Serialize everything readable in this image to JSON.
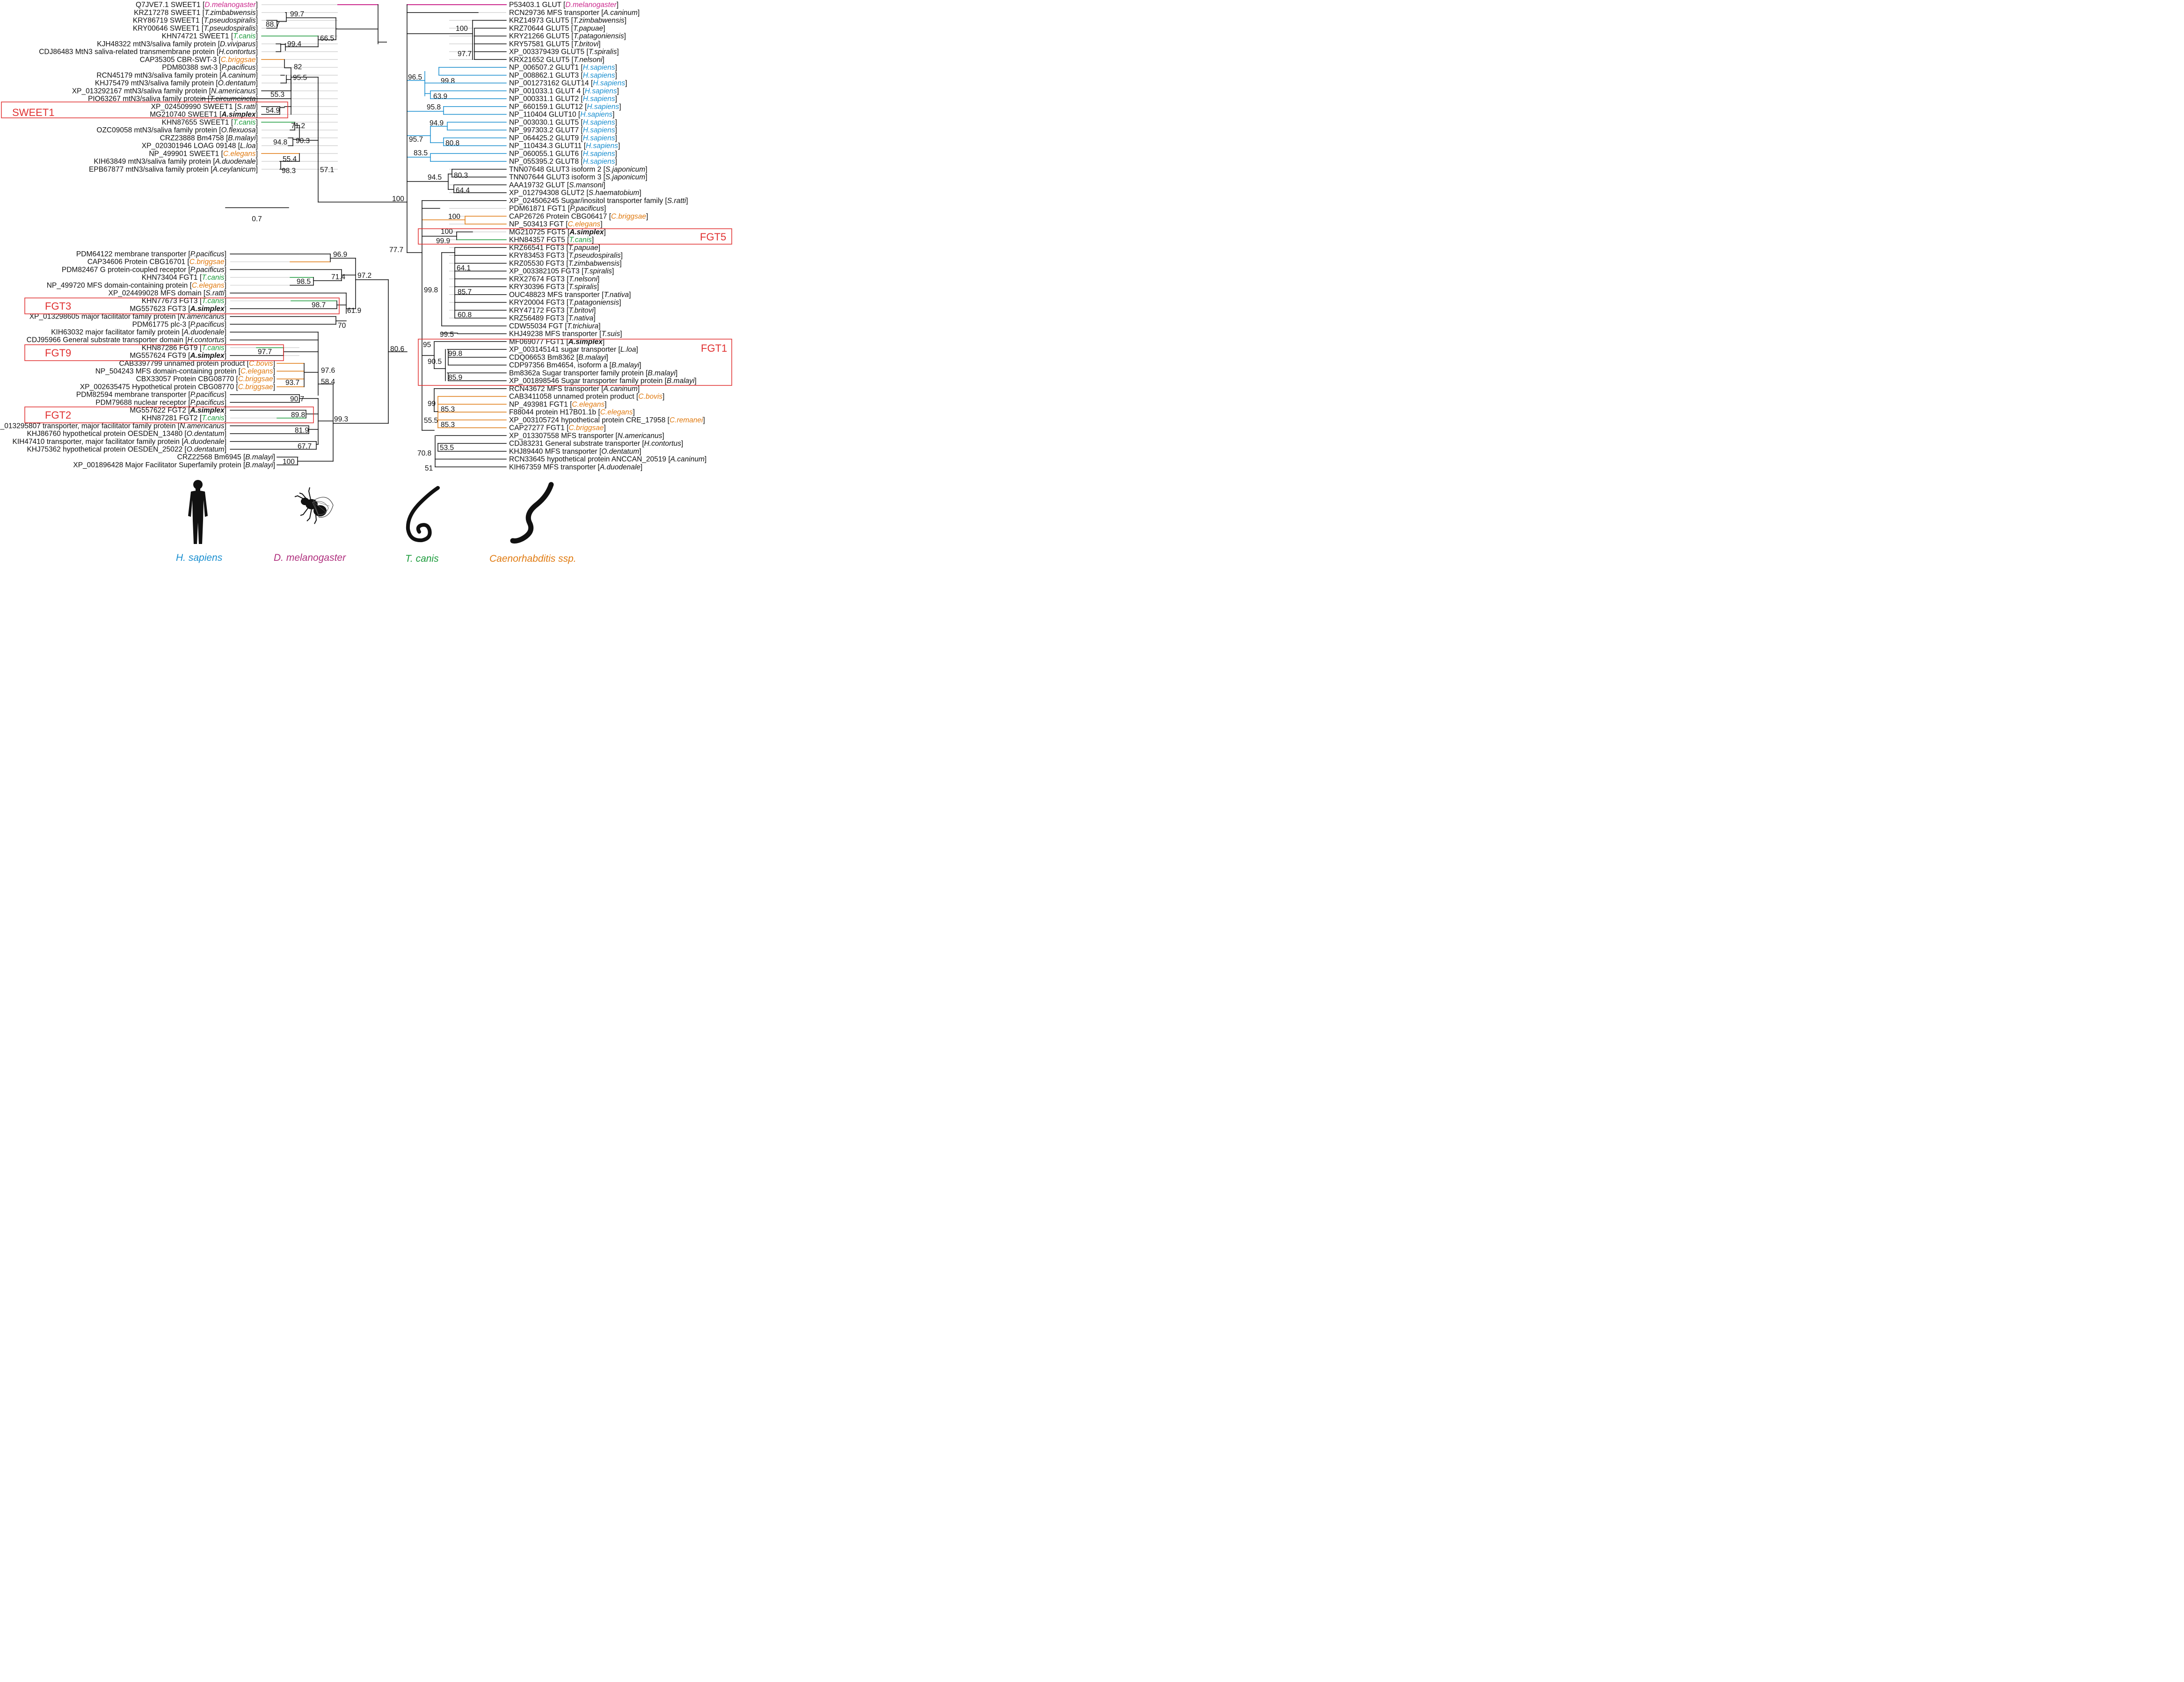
{
  "colors": {
    "human": "#1a8fd0",
    "fly": "#cc2a8e",
    "tcanis": "#1a9a3a",
    "caeno": "#e07a10",
    "box": "#e03030",
    "black": "#111111",
    "leader": "#cccccc"
  },
  "scale_bar": {
    "label": "0.7"
  },
  "gene_groups": [
    "SWEET1",
    "FGT3",
    "FGT9",
    "FGT2",
    "FGT5",
    "FGT1"
  ],
  "captions": {
    "human": "H. sapiens",
    "fly": "D. melanogaster",
    "tcanis": "T. canis",
    "caeno": "Caenorhabditis ssp."
  },
  "silhouettes": [
    "human-silhouette-icon",
    "fly-silhouette-icon",
    "tcanis-worm-icon",
    "nematode-worm-icon"
  ],
  "sweet_taxa": [
    {
      "id": "Q7JVE7.1 SWEET1 ",
      "sp": "D.melanogaster",
      "c": "fly"
    },
    {
      "id": "KRZ17278 SWEET1 ",
      "sp": "T.zimbabwensis"
    },
    {
      "id": "KRY86719 SWEET1 ",
      "sp": "T.pseudospiralis"
    },
    {
      "id": "KRY00646 SWEET1 ",
      "sp": "T.pseudospiralis"
    },
    {
      "id": "KHN74721 SWEET1 ",
      "sp": "T.canis",
      "c": "tcanis"
    },
    {
      "id": "KJH48322 mtN3/saliva family protein ",
      "sp": "D.viviparus"
    },
    {
      "id": "CDJ86483 MtN3 saliva-related transmembrane protein ",
      "sp": "H.contortus"
    },
    {
      "id": "CAP35305 CBR-SWT-3 ",
      "sp": "C.briggsae",
      "c": "caeno"
    },
    {
      "id": "PDM80388 swt-3 ",
      "sp": "P.pacificus"
    },
    {
      "id": "RCN45179 mtN3/saliva family protein ",
      "sp": "A.caninum"
    },
    {
      "id": "KHJ75479 mtN3/saliva family protein ",
      "sp": "O.dentatum"
    },
    {
      "id": "XP_013292167 mtN3/saliva family protein ",
      "sp": "N.americanus"
    },
    {
      "id": "PIO63267 mtN3/saliva family protein ",
      "sp": "T.circumcincta"
    },
    {
      "id": "XP_024509990 SWEET1 ",
      "sp": "S.ratti"
    },
    {
      "id": "MG210740 SWEET1 ",
      "sp": "A.simplex",
      "b": true
    },
    {
      "id": "KHN87655 SWEET1 ",
      "sp": "T.canis",
      "c": "tcanis"
    },
    {
      "id": "OZC09058 mtN3/saliva family protein ",
      "sp": "O.flexuosa"
    },
    {
      "id": "CRZ23888 Bm4758 ",
      "sp": "B.malayi"
    },
    {
      "id": "XP_020301946 LOAG 09148 ",
      "sp": "L.loa"
    },
    {
      "id": "NP_499901 SWEET1 ",
      "sp": "C.elegans",
      "c": "caeno"
    },
    {
      "id": "KIH63849 mtN3/saliva family protein ",
      "sp": "A.duodenale"
    },
    {
      "id": "EPB67877 mtN3/saliva family protein ",
      "sp": "A.ceylanicum"
    }
  ],
  "sweet_support": [
    "99.7",
    "88.7",
    "99.4",
    "66.5",
    "82",
    "95.5",
    "55.3",
    "54.9",
    "71.2",
    "90.3",
    "94.8",
    "55.4",
    "98.3",
    "57.1"
  ],
  "fgt_left_taxa": [
    {
      "id": "PDM64122 membrane transporter ",
      "sp": "P.pacificus"
    },
    {
      "id": "CAP34606 Protein CBG16701 ",
      "sp": "C.briggsae",
      "c": "caeno"
    },
    {
      "id": "PDM82467 G protein-coupled receptor ",
      "sp": "P.pacificus"
    },
    {
      "id": "KHN73404 FGT1 ",
      "sp": "T.canis",
      "c": "tcanis"
    },
    {
      "id": "NP_499720 MFS domain-containing protein ",
      "sp": "C.elegans",
      "c": "caeno"
    },
    {
      "id": "XP_024499028 MFS domain ",
      "sp": "S.ratti"
    },
    {
      "id": "KHN77673 FGT3 ",
      "sp": "T.canis",
      "c": "tcanis"
    },
    {
      "id": "MG557623 FGT3 ",
      "sp": "A.simplex",
      "b": true
    },
    {
      "id": "XP_013298605 major facilitator family protein ",
      "sp": "N.americanus"
    },
    {
      "id": "PDM61775 plc-3 ",
      "sp": "P.pacificus"
    },
    {
      "id": "KIH63032 major facilitator family protein ",
      "sp": "A.duodenale"
    },
    {
      "id": "CDJ95966 General substrate transporter domain ",
      "sp": "H.contortus"
    },
    {
      "id": "KHN87286 FGT9 ",
      "sp": "T.canis",
      "c": "tcanis"
    },
    {
      "id": "MG557624 FGT9 ",
      "sp": "A.simplex",
      "b": true
    },
    {
      "id": "CAB3397799 unnamed protein product ",
      "sp": "C.bovis",
      "c": "caeno"
    },
    {
      "id": "NP_504243 MFS domain-containing protein ",
      "sp": "C.elegans",
      "c": "caeno"
    },
    {
      "id": "CBX33057 Protein CBG08770 ",
      "sp": "C.briggsae",
      "c": "caeno"
    },
    {
      "id": "XP_002635475 Hypothetical protein CBG08770 ",
      "sp": "C.briggsae",
      "c": "caeno"
    },
    {
      "id": "PDM82594 membrane transporter ",
      "sp": "P.pacificus"
    },
    {
      "id": "PDM79688 nuclear receptor ",
      "sp": "P.pacificus"
    },
    {
      "id": "MG557622 FGT2 ",
      "sp": "A.simplex",
      "b": true
    },
    {
      "id": "KHN87281 FGT2 ",
      "sp": "T.canis",
      "c": "tcanis"
    },
    {
      "id": "XP_013295807 transporter, major facilitator family protein ",
      "sp": "N.americanus"
    },
    {
      "id": "KHJ86760 hypothetical protein OESDEN_13480 ",
      "sp": "O.dentatum"
    },
    {
      "id": "KIH47410 transporter, major facilitator family protein ",
      "sp": "A.duodenale"
    },
    {
      "id": "KHJ75362 hypothetical protein OESDEN_25022 ",
      "sp": "O.dentatum"
    },
    {
      "id": "CRZ22568 Bm6945 ",
      "sp": "B.malayi"
    },
    {
      "id": "XP_001896428 Major Facilitator Superfamily protein ",
      "sp": "B.malayi"
    }
  ],
  "fgt_left_support": [
    "96.9",
    "71.4",
    "98.5",
    "97.2",
    "61.9",
    "98.7",
    "70",
    "97.7",
    "97.6",
    "93.7",
    "58.4",
    "90.7",
    "89.8",
    "81.9",
    "67.7",
    "99.3",
    "80.6",
    "100"
  ],
  "right_taxa": [
    {
      "id": "P53403.1 GLUT ",
      "sp": "D.melanogaster",
      "c": "fly"
    },
    {
      "id": "RCN29736 MFS transporter ",
      "sp": "A.caninum"
    },
    {
      "id": "KRZ14973 GLUT5 ",
      "sp": "T.zimbabwensis"
    },
    {
      "id": "KRZ70644 GLUT5 ",
      "sp": "T.papuae"
    },
    {
      "id": "KRY21266 GLUT5 ",
      "sp": "T.patagoniensis"
    },
    {
      "id": "KRY57581 GLUT5 ",
      "sp": "T.britovi"
    },
    {
      "id": "XP_003379439 GLUT5 ",
      "sp": "T.spiralis"
    },
    {
      "id": "KRX21652 GLUT5 ",
      "sp": "T.nelsoni"
    },
    {
      "id": "NP_006507.2 GLUT1 ",
      "sp": "H.sapiens",
      "c": "human"
    },
    {
      "id": "NP_008862.1 GLUT3 ",
      "sp": "H.sapiens",
      "c": "human"
    },
    {
      "id": "NP_001273162 GLUT14 ",
      "sp": "H.sapiens",
      "c": "human"
    },
    {
      "id": "NP_001033.1 GLUT 4 ",
      "sp": "H.sapiens",
      "c": "human"
    },
    {
      "id": "NP_000331.1 GLUT2 ",
      "sp": "H.sapiens",
      "c": "human"
    },
    {
      "id": "NP_660159.1 GLUT12 ",
      "sp": "H.sapiens",
      "c": "human"
    },
    {
      "id": "NP_110404 GLUT10 ",
      "sp": "H.sapiens",
      "c": "human"
    },
    {
      "id": "NP_003030.1 GLUT5 ",
      "sp": "H.sapiens",
      "c": "human"
    },
    {
      "id": "NP_997303.2 GLUT7 ",
      "sp": "H.sapiens",
      "c": "human"
    },
    {
      "id": "NP_064425.2 GLUT9 ",
      "sp": "H.sapiens",
      "c": "human"
    },
    {
      "id": "NP_110434.3 GLUT11 ",
      "sp": "H.sapiens",
      "c": "human"
    },
    {
      "id": "NP_060055.1 GLUT6 ",
      "sp": "H.sapiens",
      "c": "human"
    },
    {
      "id": "NP_055395.2 GLUT8 ",
      "sp": "H.sapiens",
      "c": "human"
    },
    {
      "id": "TNN07648 GLUT3 isoform 2 ",
      "sp": "S.japonicum"
    },
    {
      "id": "TNN07644 GLUT3 isoform 3 ",
      "sp": "S.japonicum"
    },
    {
      "id": "AAA19732 GLUT ",
      "sp": "S.mansoni"
    },
    {
      "id": "XP_012794308 GLUT2 ",
      "sp": "S.haematobium"
    },
    {
      "id": "XP_024506245 Sugar/inositol transporter family ",
      "sp": "S.ratti"
    },
    {
      "id": "PDM61871 FGT1 ",
      "sp": "P.pacificus"
    },
    {
      "id": "CAP26726 Protein CBG06417 ",
      "sp": "C.briggsae",
      "c": "caeno"
    },
    {
      "id": "NP_503413 FGT ",
      "sp": "C.elegans",
      "c": "caeno"
    },
    {
      "id": "MG210725 FGT5 ",
      "sp": "A.simplex",
      "b": true
    },
    {
      "id": "KHN84357 FGT5 ",
      "sp": "T.canis",
      "c": "tcanis"
    },
    {
      "id": "KRZ66541 FGT3 ",
      "sp": "T.papuae"
    },
    {
      "id": "KRY83453 FGT3 ",
      "sp": "T.pseudospiralis"
    },
    {
      "id": "KRZ05530 FGT3 ",
      "sp": "T.zimbabwensis"
    },
    {
      "id": "XP_003382105 FGT3 ",
      "sp": "T.spiralis"
    },
    {
      "id": "KRX27674 FGT3 ",
      "sp": "T.nelsoni"
    },
    {
      "id": "KRY30396 FGT3 ",
      "sp": "T.spiralis"
    },
    {
      "id": "OUC48823 MFS transporter ",
      "sp": "T.nativa"
    },
    {
      "id": "KRY20004 FGT3 ",
      "sp": "T.patagoniensis"
    },
    {
      "id": "KRY47172 FGT3 ",
      "sp": "T.britovi"
    },
    {
      "id": "KRZ56489 FGT3 ",
      "sp": "T.nativa"
    },
    {
      "id": "CDW55034 FGT ",
      "sp": "T.trichiura"
    },
    {
      "id": "KHJ49238 MFS transporter ",
      "sp": "T.suis"
    },
    {
      "id": "MF069077 FGT1 ",
      "sp": "A.simplex",
      "b": true
    },
    {
      "id": "XP_003145141 sugar transporter ",
      "sp": "L.loa"
    },
    {
      "id": "CDQ06653 Bm8362 ",
      "sp": "B.malayi"
    },
    {
      "id": "CDP97356 Bm4654, isoform a ",
      "sp": "B.malayi"
    },
    {
      "id": "Bm8362a Sugar transporter family protein ",
      "sp": "B.malayi"
    },
    {
      "id": "XP_001898546 Sugar transporter family protein ",
      "sp": "B.malayi"
    },
    {
      "id": "RCN43672 MFS transporter ",
      "sp": "A.caninum"
    },
    {
      "id": "CAB3411058 unnamed protein product ",
      "sp": "C.bovis",
      "c": "caeno"
    },
    {
      "id": "NP_493981 FGT1 ",
      "sp": "C.elegans",
      "c": "caeno"
    },
    {
      "id": "F88044 protein H17B01.1b ",
      "sp": "C.elegans",
      "c": "caeno"
    },
    {
      "id": "XP_003105724 hypothetical protein CRE_17958 ",
      "sp": "C.remanei",
      "c": "caeno"
    },
    {
      "id": "CAP27277 FGT1 ",
      "sp": "C.briggsae",
      "c": "caeno"
    },
    {
      "id": "XP_013307558 MFS transporter ",
      "sp": "N.americanus"
    },
    {
      "id": "CDJ83231 General substrate transporter ",
      "sp": "H.contortus"
    },
    {
      "id": "KHJ89440 MFS transporter ",
      "sp": "O.dentatum"
    },
    {
      "id": "RCN33645 hypothetical protein ANCCAN_20519 ",
      "sp": "A.caninum"
    },
    {
      "id": "KIH67359 MFS transporter ",
      "sp": "A.duodenale"
    }
  ],
  "right_support": [
    "100",
    "97.7",
    "96.5",
    "99.8",
    "63.9",
    "95.8",
    "94.9",
    "95.7",
    "80.8",
    "83.5",
    "94.5",
    "80.3",
    "64.4",
    "100",
    "100",
    "100",
    "77.7",
    "99.9",
    "64.1",
    "85.7",
    "99.8",
    "60.8",
    "99.5",
    "95",
    "99.8",
    "90.5",
    "85.9",
    "99",
    "85.3",
    "85.3",
    "55.5",
    "53.5",
    "70.8",
    "51"
  ]
}
